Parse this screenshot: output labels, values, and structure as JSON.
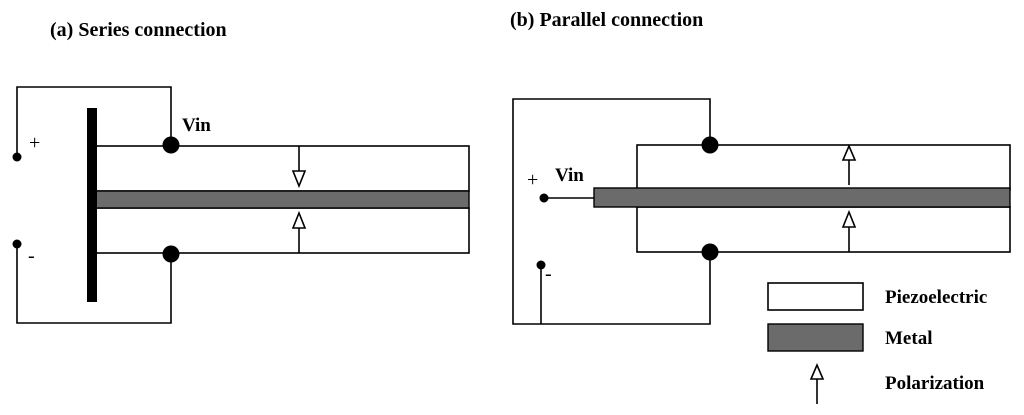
{
  "panel_a": {
    "title": "(a) Series connection",
    "vin": "Vin",
    "plus": "+",
    "minus": "-"
  },
  "panel_b": {
    "title": "(b) Parallel connection",
    "vin": "Vin",
    "plus": "+",
    "minus": "-"
  },
  "legend": {
    "piezoelectric": "Piezoelectric",
    "metal": "Metal",
    "polarization": "Polarization"
  },
  "colors": {
    "metal": "#6b6b6b",
    "piezoelectric": "#ffffff",
    "lines": "#000000"
  },
  "polarization": {
    "series": {
      "top_layer": "down",
      "bottom_layer": "up"
    },
    "parallel": {
      "top_layer": "up",
      "bottom_layer": "up"
    }
  }
}
